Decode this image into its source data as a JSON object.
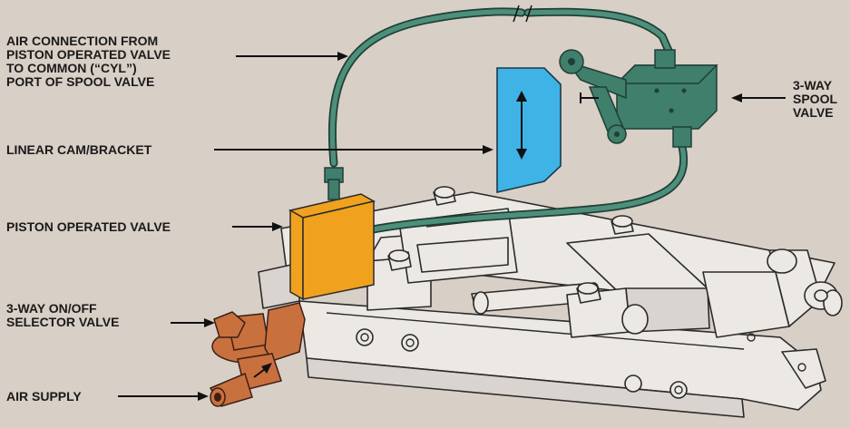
{
  "labels": {
    "air_connection": [
      "AIR CONNECTION FROM",
      "PISTON OPERATED VALVE",
      "TO COMMON (“CYL”)",
      "PORT OF SPOOL VALVE"
    ],
    "linear_cam": [
      "LINEAR CAM/BRACKET"
    ],
    "piston_valve": [
      "PISTON OPERATED VALVE"
    ],
    "selector_valve": [
      "3-WAY ON/OFF",
      "SELECTOR VALVE"
    ],
    "air_supply": [
      "AIR SUPPLY"
    ],
    "spool_valve": [
      "3-WAY",
      "SPOOL",
      "VALVE"
    ]
  },
  "colors": {
    "background": "#d8cfc6",
    "tubing": "#3f7f6c",
    "spool_valve": "#3f7f6c",
    "cam": "#3fb3e6",
    "piston_valve": "#f0a21e",
    "selector_valve": "#c9703f"
  }
}
